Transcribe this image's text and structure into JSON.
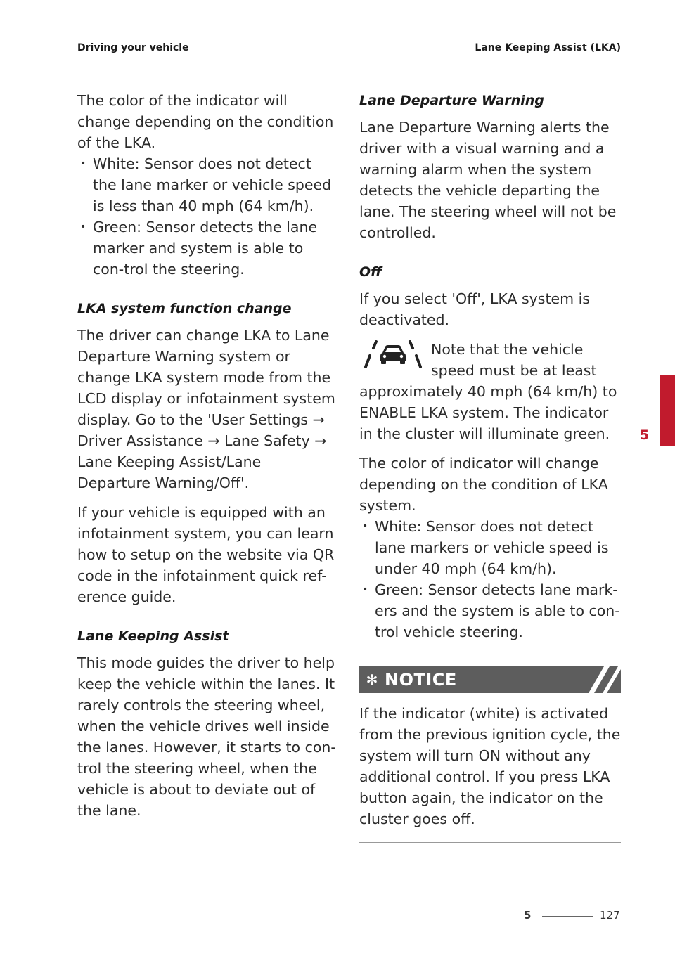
{
  "header": {
    "section": "Driving your vehicle",
    "topic": "Lane Keeping Assist (LKA)"
  },
  "left": {
    "intro": "The color of the indicator will change depending on the condition of the LKA.",
    "bullets": [
      "White: Sensor does not detect the lane marker or vehicle speed is less than 40 mph (64 km/h).",
      "Green: Sensor detects the lane marker and system is able to con-trol the steering."
    ],
    "h_change": "LKA system function change",
    "p_change": "The driver can change LKA to Lane Departure Warning system or change LKA system mode from the LCD display or infotainment system display. Go to the 'User Settings → Driver Assistance → Lane Safety → Lane Keeping Assist/Lane Departure Warning/Off'.",
    "p_infotainment": "If your vehicle is equipped with an infotainment system, you can learn how to setup on the website via QR code in the infotainment quick ref-erence guide.",
    "h_lka": "Lane Keeping Assist",
    "p_lka": "This mode guides the driver to help keep the vehicle within the lanes. It rarely controls the steering wheel, when the vehicle drives well inside the lanes. However, it starts to con-trol the steering wheel, when the vehicle is about to deviate out of the lane."
  },
  "right": {
    "h_ldw": "Lane Departure Warning",
    "p_ldw": "Lane Departure Warning alerts the driver with a visual warning and a warning alarm when the system detects the vehicle departing the lane. The steering wheel will not be controlled.",
    "h_off": "Off",
    "p_off": "If you select 'Off', LKA system is deactivated.",
    "icon": "lka-indicator-icon",
    "p_note": "Note that the vehicle speed must be at least approximately 40 mph (64 km/h) to ENABLE LKA system. The indicator in the cluster will illuminate green.",
    "p_color": "The color of indicator will change depending on the condition of LKA system.",
    "bullets": [
      "White: Sensor does not detect lane markers or vehicle speed is under 40 mph (64 km/h).",
      "Green: Sensor detects lane mark-ers and the system is able to con-trol vehicle steering."
    ],
    "notice_label": "NOTICE",
    "notice_symbol": "✻",
    "notice_text": "If the indicator (white) is activated from the previous ignition cycle, the system will turn ON without any additional control. If you press LKA button again, the indicator on the cluster goes off."
  },
  "side_tab": {
    "chapter": "5",
    "color": "#c11b2d"
  },
  "footer": {
    "chapter": "5",
    "page": "127"
  }
}
